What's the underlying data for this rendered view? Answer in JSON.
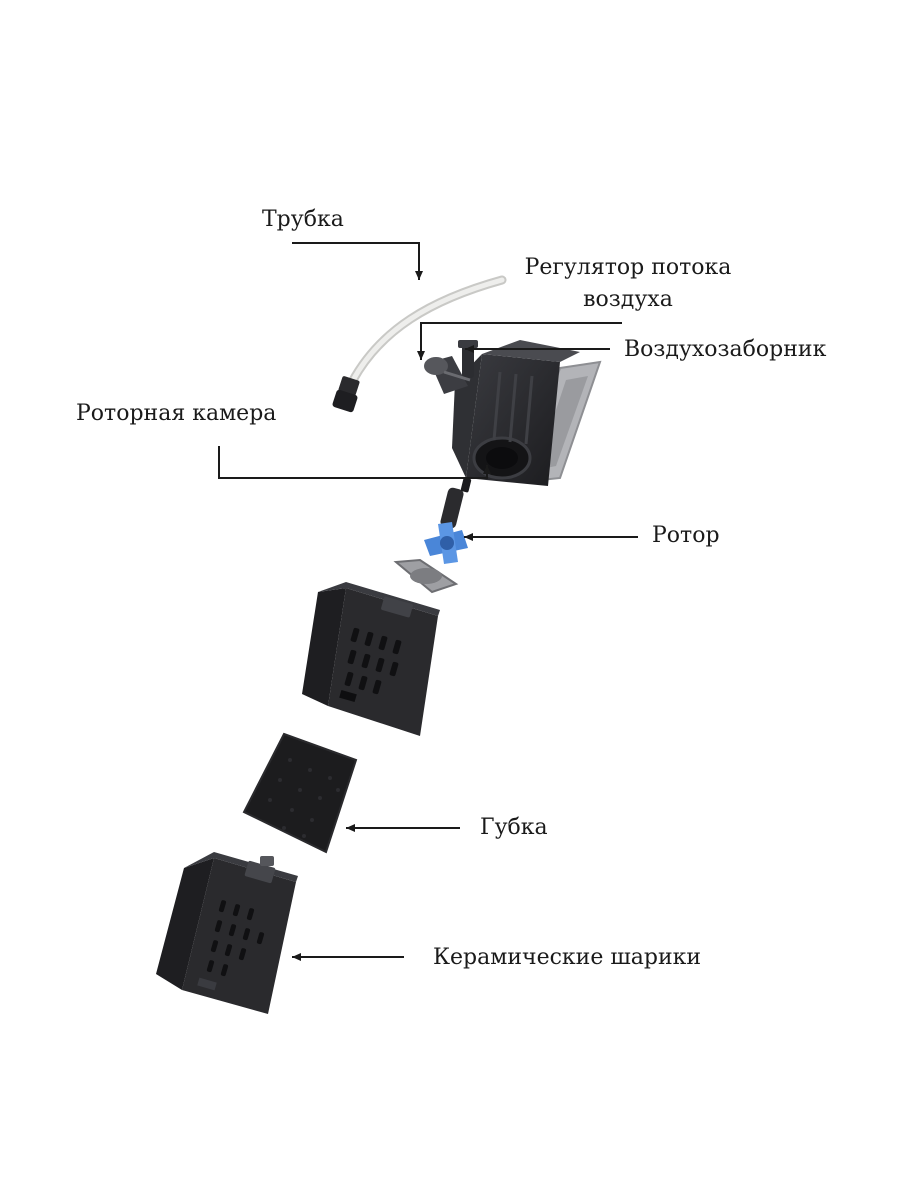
{
  "labels": {
    "tube": "Трубка",
    "air_regulator_line1": "Регулятор потока",
    "air_regulator_line2": "воздуха",
    "air_intake": "Воздухозаборник",
    "rotor_chamber": "Роторная камера",
    "rotor": "Ротор",
    "sponge": "Губка",
    "ceramic_balls": "Керамические шарики"
  },
  "colors": {
    "plastic": "#2b2b2e",
    "plastic_dark": "#1c1c1f",
    "plastic_light": "#44454a",
    "tube": "#e4e4e2",
    "rotor_blue": "#4a86d8",
    "bracket": "#a8a9ad",
    "line": "#1a1a1a"
  }
}
